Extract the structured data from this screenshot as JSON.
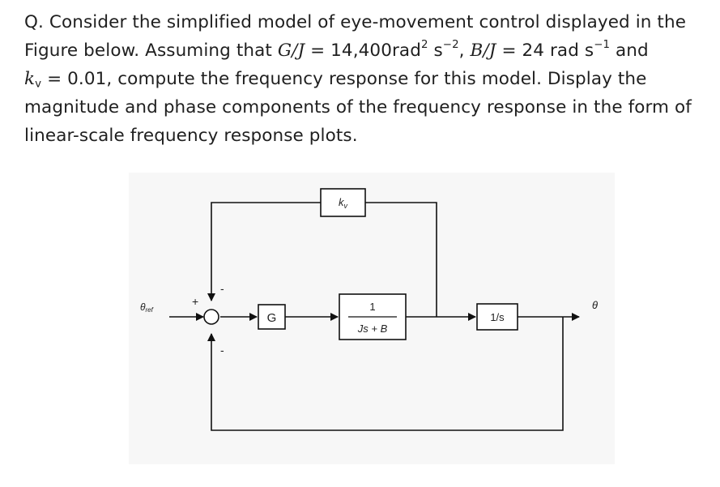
{
  "question": {
    "prefix": "Q.",
    "line1": "Consider the simplified model of eye-movement control displayed in the",
    "line2_a": "Figure below. Assuming that",
    "gj_lhs": "G/J",
    "gj_value": "= 14,400rad",
    "gj_unit_exp1": "2",
    "gj_unit_s": "s",
    "gj_unit_exp2": "−2",
    "comma": ",",
    "bj_lhs": "B/J",
    "bj_value": "= 24 rad s",
    "bj_exp": "−1",
    "and": "and",
    "kv_var": "k",
    "kv_sub": "v",
    "kv_value": "= 0.01, compute the frequency response for this model. Display the",
    "line4": "magnitude and phase components of the frequency response in the form of",
    "line5": "linear-scale frequency response plots."
  },
  "diagram": {
    "kv_block": {
      "var": "k",
      "sub": "v"
    },
    "g_block": "G",
    "plant_num": "1",
    "plant_den": "Js + B",
    "integrator": "1/s",
    "input_label": "θ",
    "input_sub": "ref",
    "output_label": "θ",
    "sign_plus": "+",
    "sign_minus_top": "-",
    "sign_minus_bottom": "-"
  }
}
